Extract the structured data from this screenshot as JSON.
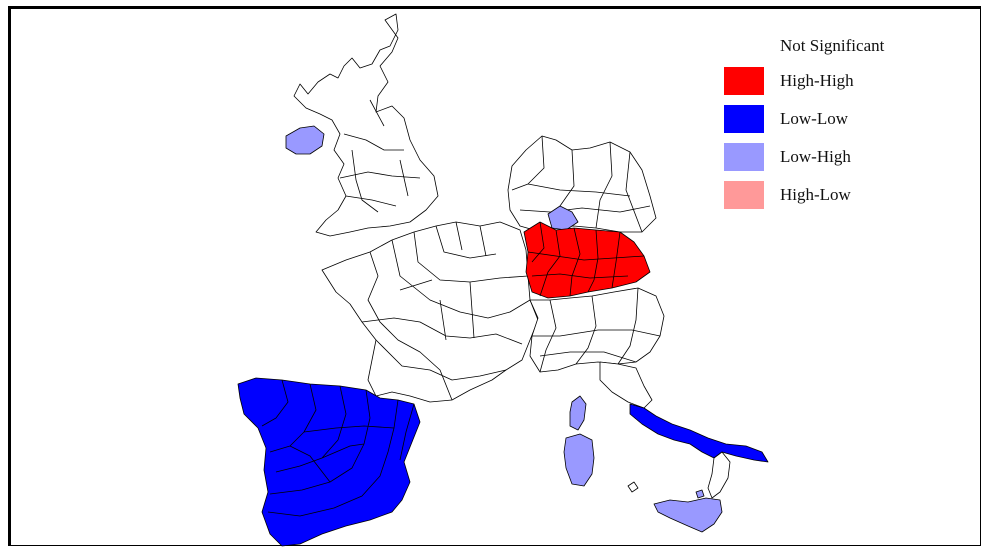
{
  "legend": {
    "header": "Not Significant",
    "items": [
      {
        "label": "High-High",
        "color": "#ff0000"
      },
      {
        "label": "Low-Low",
        "color": "#0000ff"
      },
      {
        "label": "Low-High",
        "color": "#9999ff"
      },
      {
        "label": "High-Low",
        "color": "#ff9999"
      }
    ]
  },
  "colors": {
    "not_significant": "#ffffff",
    "high_high": "#ff0000",
    "low_low": "#0000ff",
    "low_high": "#9999ff",
    "high_low": "#ff9999",
    "outline": "#000000"
  }
}
